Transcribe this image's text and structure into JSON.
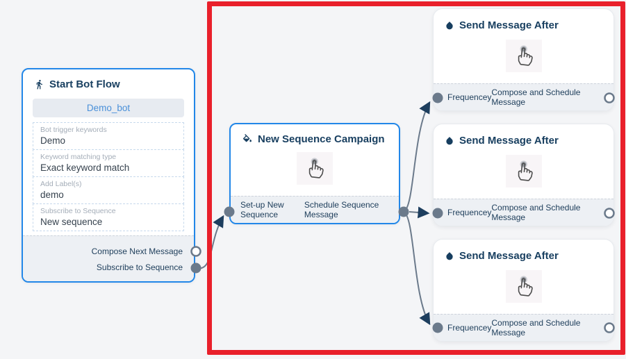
{
  "colors": {
    "canvas_bg": "#f4f5f7",
    "node_border_blue": "#2287e8",
    "title_text": "#173e5f",
    "edge_gray": "#6b7a8b",
    "arrow_navy": "#1d3e5e",
    "highlight_red": "#e9202b",
    "bot_button_text": "#4a90d9",
    "bot_button_bg": "#e7ebf1"
  },
  "start_node": {
    "title": "Start Bot Flow",
    "icon": "walking-person-icon",
    "bot_name": "Demo_bot",
    "fields": [
      {
        "label": "Bot trigger keywords",
        "value": "Demo"
      },
      {
        "label": "Keyword matching type",
        "value": "Exact keyword match"
      },
      {
        "label": "Add Label(s)",
        "value": "demo"
      },
      {
        "label": "Subscribe to Sequence",
        "value": "New sequence"
      }
    ],
    "ports": [
      {
        "label": "Compose Next Message",
        "connector": "empty"
      },
      {
        "label": "Subscribe to Sequence",
        "connector": "filled"
      }
    ]
  },
  "campaign_node": {
    "title": "New Sequence Campaign",
    "icon": "paint-bucket-icon",
    "body_icon": "tap-hand-icon",
    "input_port": "Set-up New Sequence",
    "output_port": "Schedule Sequence Message"
  },
  "message_node": {
    "title": "Send Message After",
    "icon": "water-drop-icon",
    "body_icon": "tap-hand-icon",
    "input_port": "Frequencey",
    "output_port": "Compose and Schedule Message",
    "instance_count": 3
  }
}
